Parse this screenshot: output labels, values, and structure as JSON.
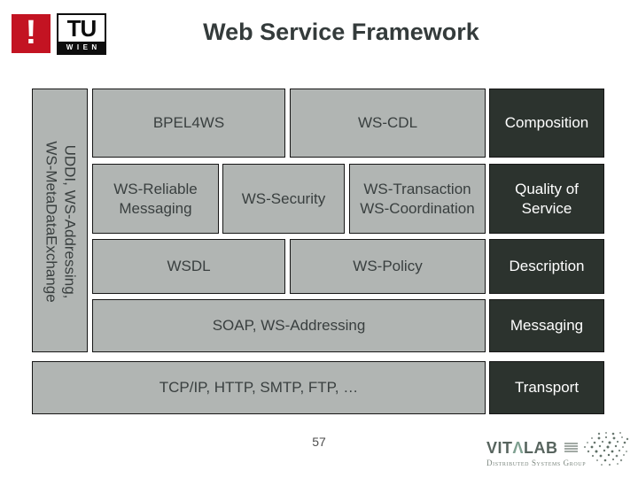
{
  "slide": {
    "title": "Web Service Framework",
    "page_number": "57"
  },
  "logo": {
    "exclamation": "!",
    "tu": "TU",
    "wien": "WIEN"
  },
  "diagram": {
    "side_label": "UDDI, WS-Addressing,\nWS-MetaDataExchange",
    "layers": [
      {
        "boxes": [
          "BPEL4WS",
          "WS-CDL"
        ],
        "category": "Composition"
      },
      {
        "boxes": [
          "WS-Reliable\nMessaging",
          "WS-Security",
          "WS-Transaction\nWS-Coordination"
        ],
        "category": "Quality of\nService"
      },
      {
        "boxes": [
          "WSDL",
          "WS-Policy"
        ],
        "category": "Description"
      },
      {
        "boxes": [
          "SOAP, WS-Addressing"
        ],
        "category": "Messaging"
      },
      {
        "boxes": [
          "TCP/IP, HTTP, SMTP, FTP, …"
        ],
        "category": "Transport"
      }
    ]
  },
  "footer": {
    "vitalab_left": "VIT",
    "vitalab_lambda": "Λ",
    "vitalab_right": "LAB",
    "vitalab_subtitle": "Distributed Systems Group"
  },
  "colors": {
    "box_gray": "#b1b5b3",
    "box_dark": "#2c332e",
    "logo_red": "#c31322",
    "title_text": "#343b3b"
  }
}
